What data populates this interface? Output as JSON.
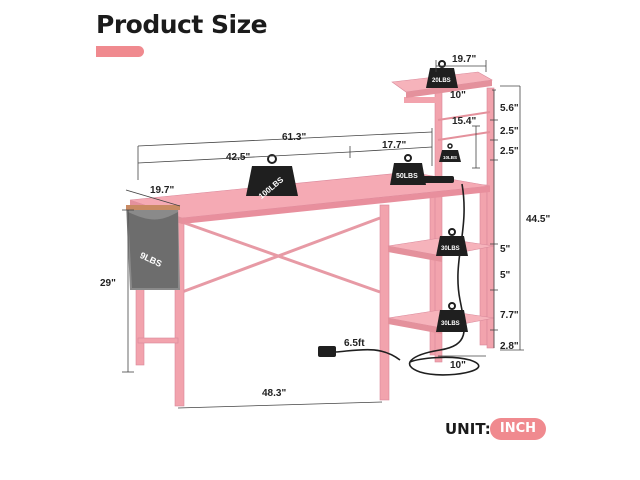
{
  "title": "Product Size",
  "dimensions": {
    "total_width": "61.3\"",
    "desk_width": "42.5\"",
    "shelf_span": "17.7\"",
    "depth": "19.7\"",
    "top_shelf_depth": "19.7\"",
    "top_shelf_width": "10\"",
    "height_desk": "29\"",
    "height_total": "44.5\"",
    "gap_top": "5.6\"",
    "gap_a": "2.5\"",
    "gap_b": "2.5\"",
    "shelf_height": "15.4\"",
    "gap_c": "5\"",
    "gap_d": "5\"",
    "gap_e": "7.7\"",
    "gap_f": "2.8\"",
    "bottom_shelf_width": "10\"",
    "base_width": "48.3\"",
    "cord_length": "6.5ft"
  },
  "weights": {
    "desk_main": "100LBS",
    "desk_shelf": "50LBS",
    "top_shelf": "20LBS",
    "small": "10LBS",
    "mid_shelf": "30LBS",
    "low_shelf": "30LBS",
    "bag": "9LBS"
  },
  "unit_label": "UNIT:",
  "unit_value": "INCH",
  "colors": {
    "accent": "#f08a8f",
    "desk": "#f2a3ad",
    "desk_dark": "#e4919c",
    "weight": "#1f1f1f"
  }
}
